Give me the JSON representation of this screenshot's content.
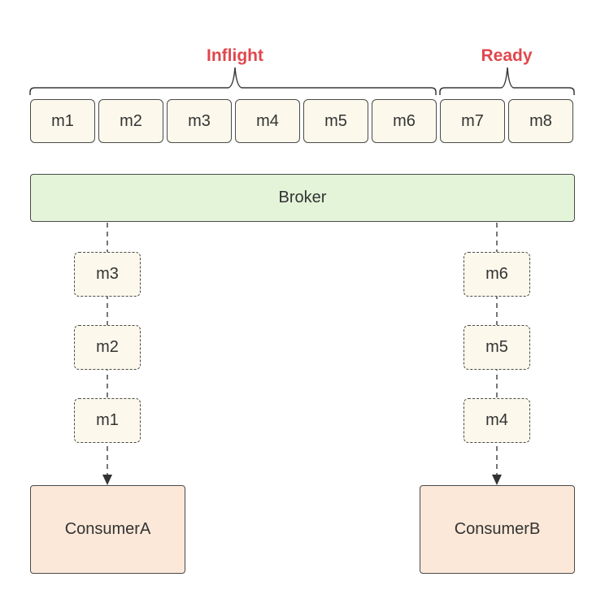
{
  "labels": {
    "inflight": "Inflight",
    "ready": "Ready"
  },
  "queue": [
    "m1",
    "m2",
    "m3",
    "m4",
    "m5",
    "m6",
    "m7",
    "m8"
  ],
  "broker": "Broker",
  "consumer_a": {
    "name": "ConsumerA",
    "messages": [
      "m3",
      "m2",
      "m1"
    ]
  },
  "consumer_b": {
    "name": "ConsumerB",
    "messages": [
      "m6",
      "m5",
      "m4"
    ]
  },
  "colors": {
    "label": "#e0474c",
    "cell_fill": "#fcf9ec",
    "broker_fill": "#e3f4d9",
    "consumer_fill": "#fbe8d9",
    "stroke": "#4a4a4a"
  }
}
